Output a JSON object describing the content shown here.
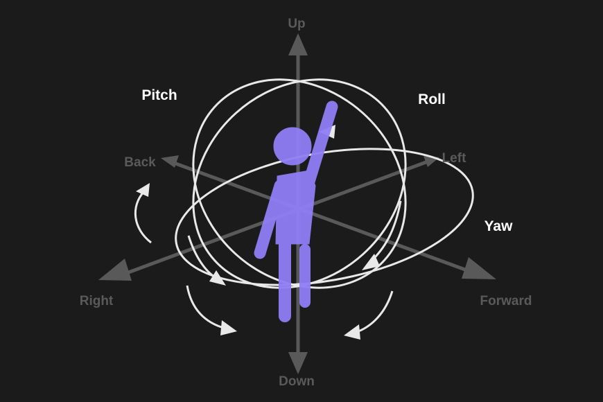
{
  "axes": {
    "up": "Up",
    "down": "Down",
    "back": "Back",
    "left": "Left",
    "right": "Right",
    "forward": "Forward"
  },
  "rotations": {
    "pitch": "Pitch",
    "roll": "Roll",
    "yaw": "Yaw"
  },
  "colors": {
    "background": "#1c1b1b",
    "axis": "#595959",
    "ring": "#e9e9e9",
    "figure": "#8f7ef5",
    "label": "#ffffff"
  }
}
